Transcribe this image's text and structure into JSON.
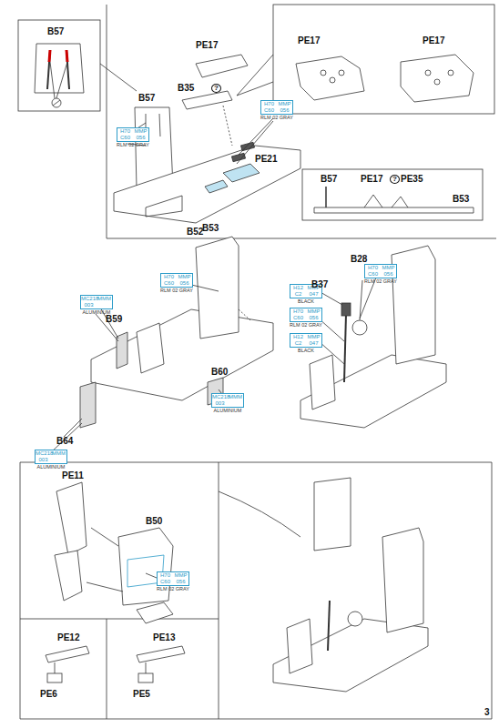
{
  "diagram": {
    "nodes": [
      {
        "text": [
          "H70",
          "MMP",
          "C60",
          "056",
          "RLM 02 GRAY"
        ]
      },
      {
        "text": [
          "H70",
          "MMP",
          "C60",
          "056",
          "RLM 02 GRAY"
        ]
      },
      {
        "text": [
          "H70",
          "MMP",
          "C60",
          "056",
          "RLM 02 GRAY"
        ]
      },
      {
        "text": [
          "MC218",
          "MMM",
          "003",
          "ALUMINIUM"
        ]
      },
      {
        "text": [
          "MC218",
          "MMM",
          "003",
          "ALUMINIUM"
        ]
      },
      {
        "text": [
          "MC218",
          "MMM",
          "003",
          "ALUMINIUM"
        ]
      },
      {
        "text": [
          "H70",
          "MMP",
          "C60",
          "056",
          "RLM 02 GRAY"
        ]
      },
      {
        "text": [
          "H12",
          "MMP",
          "C2",
          "047",
          "BLACK"
        ]
      },
      {
        "text": [
          "H70",
          "MMP",
          "C60",
          "056",
          "RLM 02 GRAY"
        ]
      },
      {
        "text": [
          "H12",
          "MMP",
          "C2",
          "047",
          "BLACK"
        ]
      },
      {
        "text": [
          "H70",
          "MMP",
          "C60",
          "056",
          "RLM 02 GRAY"
        ]
      }
    ],
    "labels": [
      "B57",
      "B57",
      "PE17",
      "B35",
      "?",
      "PE21",
      "B53",
      "PE17",
      "PE17",
      "B57",
      "PE17",
      "?",
      "PE35",
      "B53",
      "B52",
      "B59",
      "B60",
      "B64",
      "B28",
      "B37",
      "PE11",
      "B50",
      "PE12",
      "PE6",
      "PE13",
      "PE5",
      "3"
    ]
  }
}
